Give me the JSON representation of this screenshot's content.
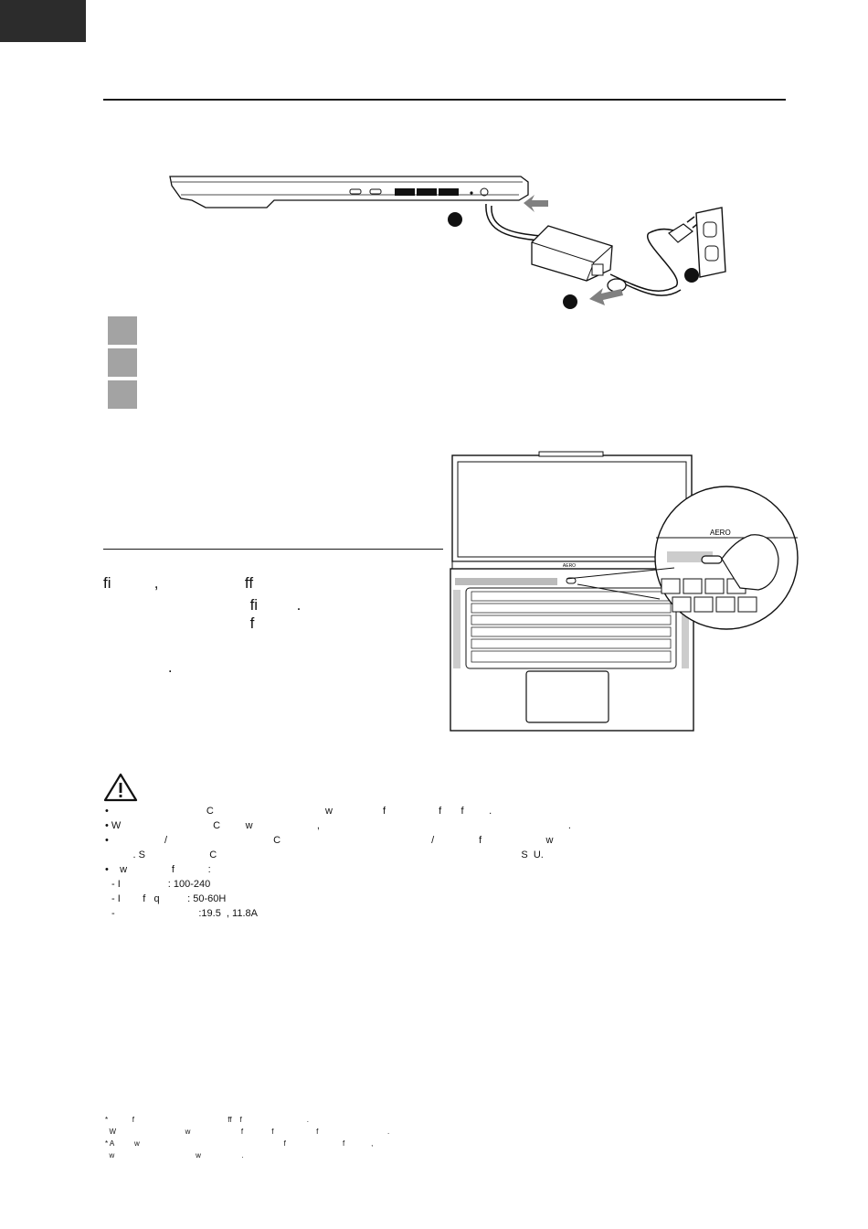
{
  "figure1": {
    "callouts": [
      "",
      "",
      ""
    ]
  },
  "figure2": {
    "brand_screen": "AERO",
    "brand_zoom": "AERO"
  },
  "section_power": {
    "lines": [
      "fi          ,                    ff",
      "                                  fi         .",
      "                                  f",
      "",
      "               ."
    ]
  },
  "warning": {
    "lines": [
      "•                                   C                                        w                  f                   f       f         .",
      "• W                                 C         w                       ,                                                                                         .",
      "•                    /                                      C                                                      /                f                       w",
      "          . S                       C                                                                                                             S  U.",
      "•    w                f            :"
    ],
    "specs": [
      "- I                 : 100-240",
      "- I        f   q          : 50-60H",
      "-                              :19.5  , 11.8A"
    ]
  },
  "footnotes": [
    "*            f                                              ff    f                                .",
    "  W                                  w                         f              f                     f                                  .",
    "* A          w                                                                       f                            f             ,",
    "  w                                        w                    ."
  ]
}
